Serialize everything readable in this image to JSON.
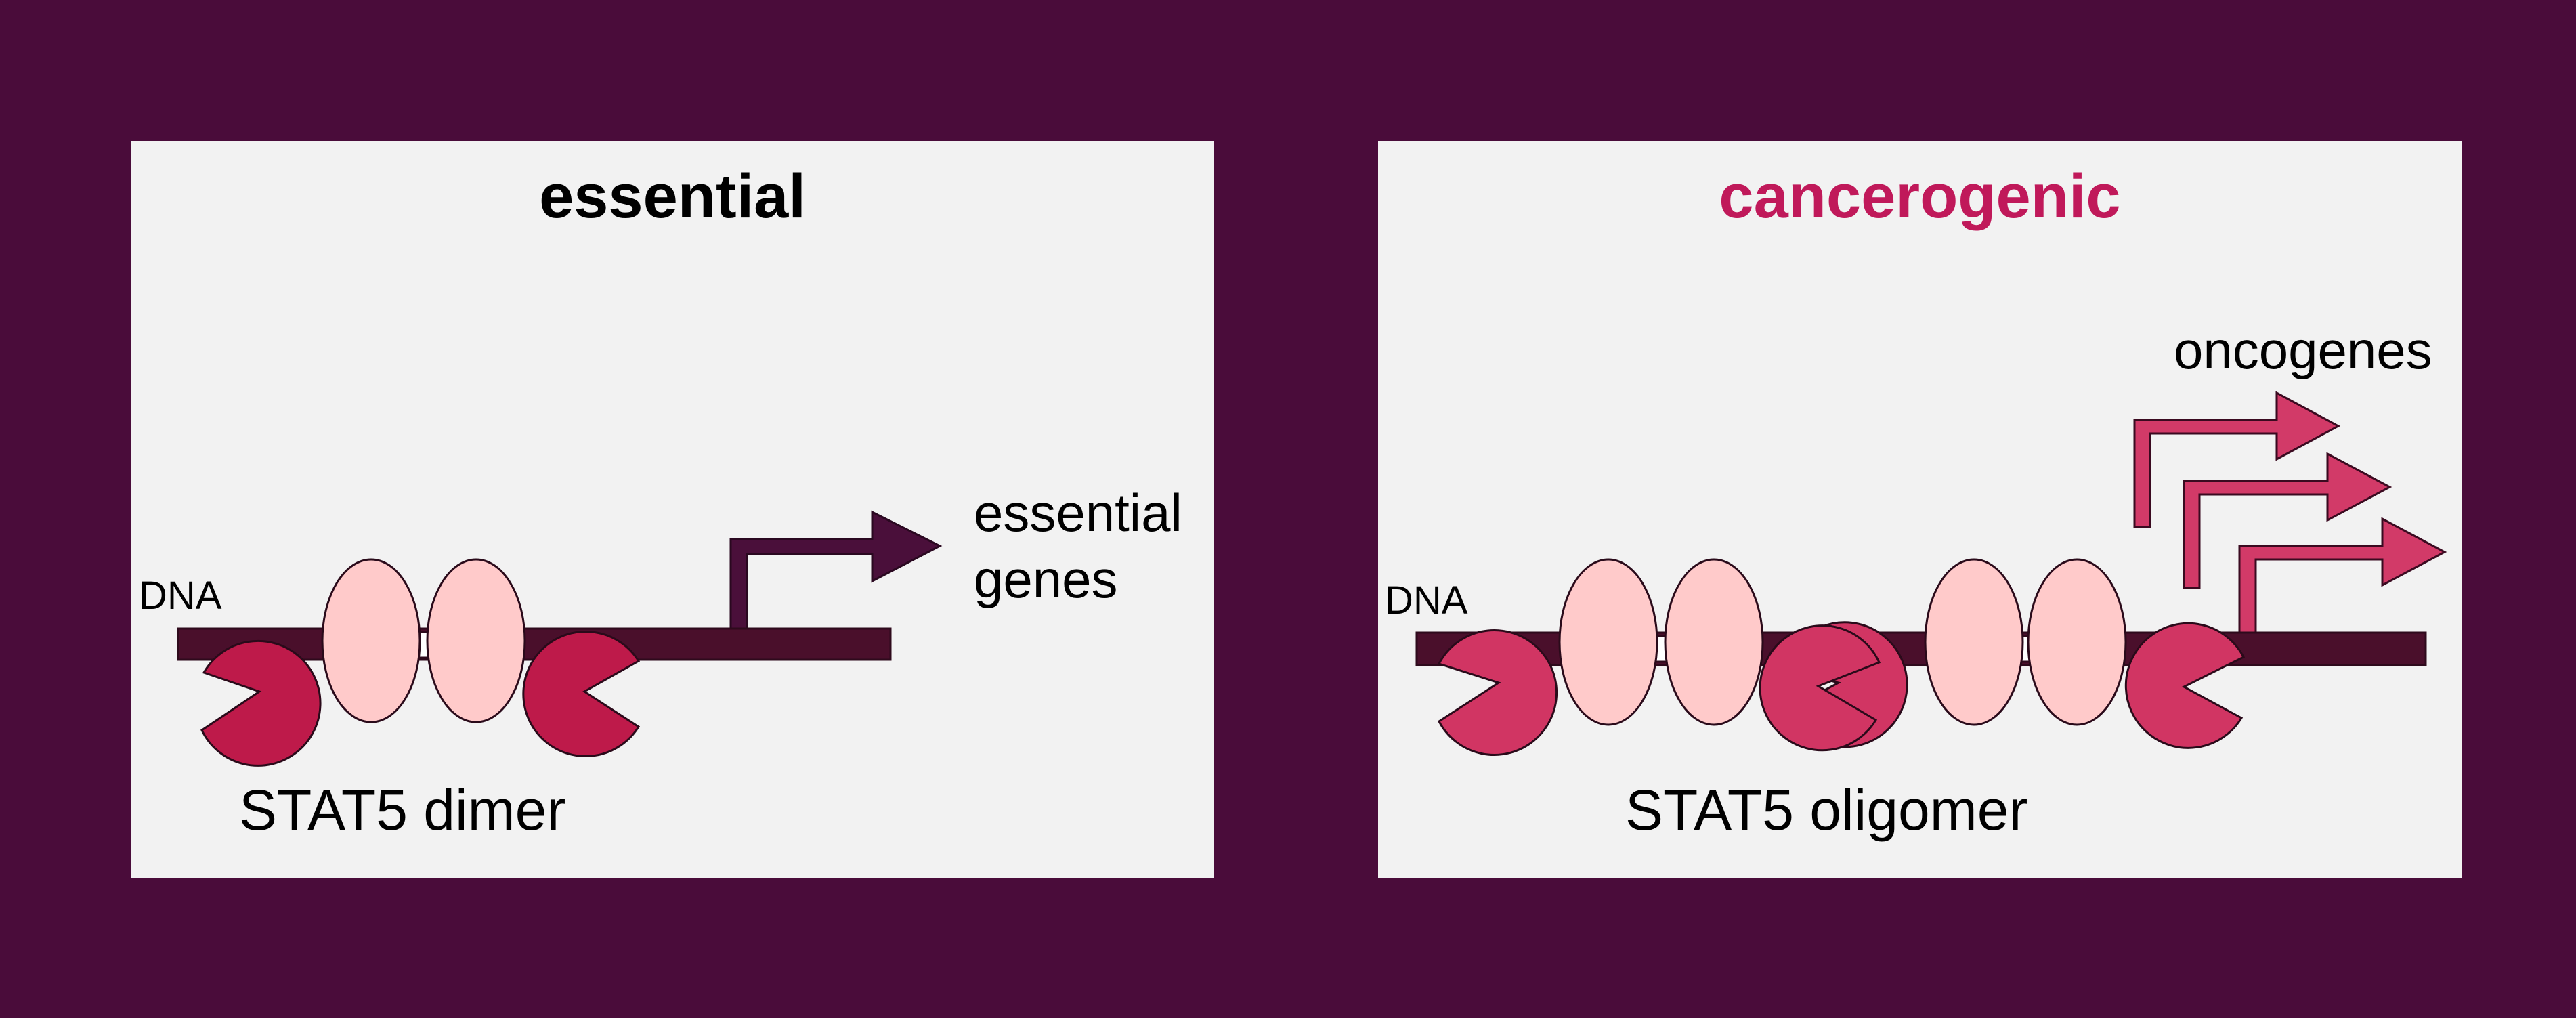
{
  "colors": {
    "background": "#4a0c3a",
    "panel": "#f2f2f2",
    "dna": "#4a0f2b",
    "dna_stroke": "#2e0a1c",
    "arrow_dark": "#4a0f3a",
    "arrow_pink": "#d23a68",
    "stat5_pacman_dark": "#be1a4a",
    "stat5_pacman_pink": "#d13563",
    "stat5_oval": "#ffcaca",
    "title_essential": "#000000",
    "title_cancerogenic": "#c0195a"
  },
  "essential_panel": {
    "title": "essential",
    "dna_label": "DNA",
    "genes_label_line1": "essential",
    "genes_label_line2": "genes",
    "complex_label": "STAT5 dimer"
  },
  "cancerogenic_panel": {
    "title": "cancerogenic",
    "dna_label": "DNA",
    "genes_label": "oncogenes",
    "complex_label": "STAT5 oligomer"
  }
}
